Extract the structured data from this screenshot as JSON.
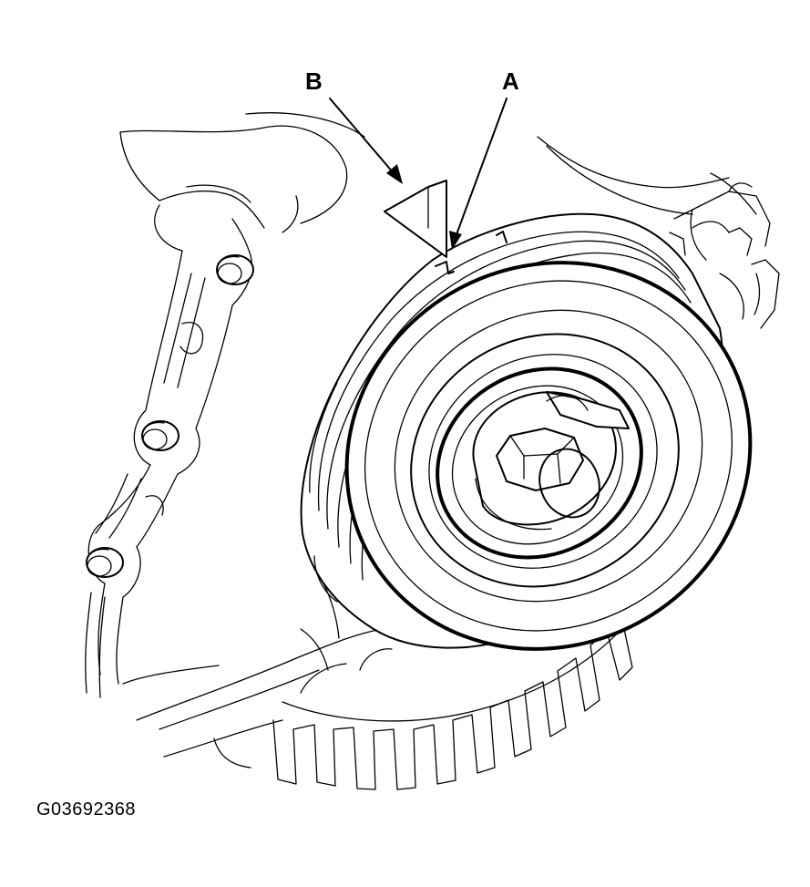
{
  "labels": {
    "a": "A",
    "b": "B"
  },
  "figure_id": "G03692368",
  "colors": {
    "line": "#000000",
    "background": "#ffffff"
  }
}
